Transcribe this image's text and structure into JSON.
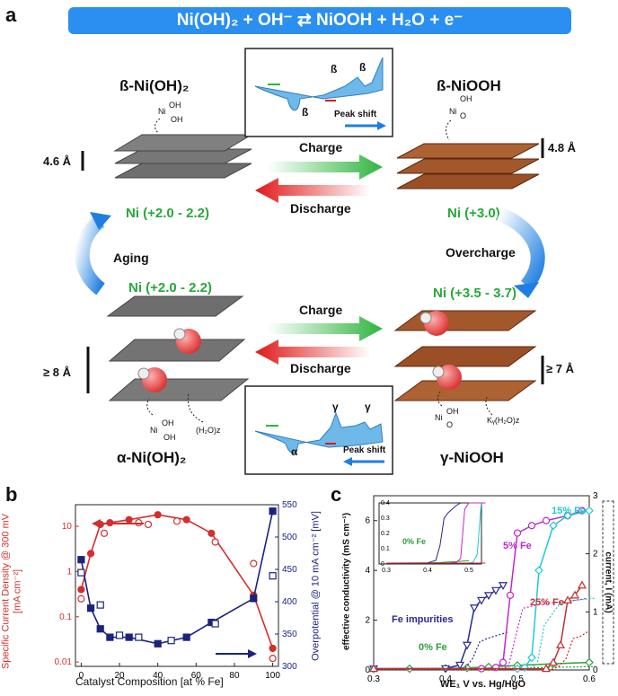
{
  "panel_a": {
    "letter": "a",
    "equation": "Ni(OH)₂ + OH⁻  ⇄  NiOOH + H₂O + e⁻",
    "beta_ni_oh2": {
      "title": "ß-Ni(OH)₂",
      "spacing": "4.6 Å",
      "oxidation": "Ni (+2.0 - 2.2)",
      "ligand_a": "OH",
      "ligand_b": "OH",
      "center": "Ni"
    },
    "beta_niooh": {
      "title": "ß-NiOOH",
      "spacing": "4.8 Å",
      "oxidation": "Ni (+3.0)",
      "ligand_a": "OH",
      "ligand_b": "O",
      "center": "Ni"
    },
    "alpha_ni_oh2": {
      "title": "α-Ni(OH)₂",
      "spacing": "≥ 8 Å",
      "oxidation": "Ni (+2.0 - 2.2)",
      "ligand_a": "OH",
      "ligand_b": "OH",
      "center": "Ni",
      "water": "(H₂O)z"
    },
    "gamma_niooh": {
      "title": "γ-NiOOH",
      "spacing": "≥ 7 Å",
      "oxidation": "Ni (+3.5 - 3.7)",
      "ligand_a": "OH",
      "ligand_b": "O",
      "center": "Ni",
      "water": "Kᵧ(H₂O)z"
    },
    "top_arrows": {
      "charge": "Charge",
      "discharge": "Discharge"
    },
    "bottom_arrows": {
      "charge": "Charge",
      "discharge": "Discharge"
    },
    "overcharge": "Overcharge",
    "aging": "Aging",
    "inset_top": {
      "peak1": "ß",
      "peak2": "ß",
      "peak_low": "ß",
      "shift": "Peak shift"
    },
    "inset_bottom": {
      "peak1": "γ",
      "peak2": "γ",
      "peak_low": "α",
      "shift": "Peak shift"
    },
    "colors": {
      "banner": "#2a8ff0",
      "green": "#27a83a",
      "red": "#e02020",
      "gray_sheet": "#6e6e6e",
      "brown_sheet": "#a0522d"
    }
  },
  "panel_b": {
    "letter": "b",
    "ylabel_left": "Specific Current Density @ 300 mV  [mA cm⁻²]",
    "ylabel_right": "Overpotential @ 10 mA cm⁻²  [mV]",
    "xlabel": "Catalyst Composition  [at % Fe]",
    "x_ticks": [
      "0",
      "20",
      "40",
      "60",
      "80",
      "100"
    ],
    "y_left_ticks": [
      "0.01",
      "0.1",
      "1",
      "10"
    ],
    "y_right_ticks": [
      "300",
      "350",
      "400",
      "450",
      "500",
      "550"
    ]
  },
  "panel_b_chart": {
    "type": "scatter",
    "x_range": [
      -3,
      103
    ],
    "y_left_log_range": [
      0.008,
      30
    ],
    "y_right_range": [
      300,
      550
    ],
    "series": [
      {
        "axis": "left",
        "style": "filled",
        "color": "#d32f2f",
        "x": [
          0,
          5,
          10,
          15,
          25,
          40,
          55,
          68,
          90,
          100
        ],
        "y": [
          0.4,
          2.5,
          11,
          12,
          14,
          18,
          14,
          7,
          0.3,
          0.02
        ]
      },
      {
        "axis": "left",
        "style": "open",
        "color": "#d32f2f",
        "x": [
          0,
          12,
          30,
          35,
          50,
          70,
          90,
          100
        ],
        "y": [
          0.25,
          7,
          12,
          11,
          13,
          4.5,
          1.5,
          0.012
        ]
      },
      {
        "axis": "right",
        "style": "filled",
        "color": "#1a237e",
        "x": [
          0,
          5,
          10,
          15,
          25,
          40,
          55,
          68,
          90,
          100
        ],
        "y": [
          465,
          390,
          358,
          345,
          345,
          335,
          345,
          368,
          405,
          540
        ]
      },
      {
        "axis": "right",
        "style": "open",
        "color": "#1a237e",
        "x": [
          0,
          10,
          20,
          30,
          47,
          70,
          100
        ],
        "y": [
          445,
          395,
          348,
          345,
          340,
          366,
          440
        ]
      }
    ]
  },
  "panel_c": {
    "letter": "c",
    "ylabel_left": "effective conductivity (mS cm⁻¹)",
    "ylabel_right": "current, I (mA)",
    "xlabel": "WE₁ V vs. Hg/HgO",
    "x_ticks": [
      "0.3",
      "0.4",
      "0.5",
      "0.6"
    ],
    "y_left_ticks": [
      "0",
      "2",
      "4",
      "6"
    ],
    "y_right_ticks": [
      "0",
      "1",
      "2",
      "3"
    ],
    "inset_x_ticks": [
      "0.3",
      "0.4",
      "0.5"
    ],
    "inset_y_ticks": [
      "0",
      "0.1",
      "0.2",
      "0.3",
      "0.4"
    ],
    "labels": {
      "fe15": "15% Fe",
      "fe5": "5% Fe",
      "fe25": "25% Fe",
      "fe_imp": "Fe impurities",
      "fe0": "0% Fe",
      "inset_fe0": "0% Fe"
    }
  },
  "panel_c_chart": {
    "type": "line",
    "x_range": [
      0.3,
      0.6
    ],
    "y_range": [
      0,
      7
    ],
    "series": [
      {
        "name": "0% Fe",
        "color": "#2e9e3a",
        "marker": "diamond",
        "x": [
          0.3,
          0.35,
          0.4,
          0.43,
          0.46,
          0.5,
          0.55,
          0.6
        ],
        "y": [
          0.05,
          0.05,
          0.06,
          0.08,
          0.12,
          0.18,
          0.25,
          0.3
        ]
      },
      {
        "name": "Fe impurities",
        "color": "#2a2a8c",
        "marker": "tri-down",
        "x": [
          0.3,
          0.4,
          0.42,
          0.43,
          0.44,
          0.45,
          0.46,
          0.47,
          0.48
        ],
        "y": [
          0.05,
          0.06,
          0.2,
          1.0,
          2.5,
          2.8,
          3.0,
          3.2,
          3.4
        ]
      },
      {
        "name": "5% Fe",
        "color": "#c228c8",
        "marker": "circle",
        "x": [
          0.3,
          0.45,
          0.47,
          0.48,
          0.49,
          0.5,
          0.52,
          0.54,
          0.57,
          0.59
        ],
        "y": [
          0.05,
          0.05,
          0.1,
          0.3,
          3.0,
          5.5,
          5.8,
          6.0,
          6.2,
          6.4
        ]
      },
      {
        "name": "15% Fe",
        "color": "#1ec8d8",
        "marker": "diamond",
        "x": [
          0.3,
          0.5,
          0.51,
          0.52,
          0.53,
          0.55,
          0.57,
          0.6
        ],
        "y": [
          0.05,
          0.05,
          0.1,
          0.5,
          4.0,
          5.8,
          6.2,
          6.4
        ]
      },
      {
        "name": "25% Fe",
        "color": "#c23030",
        "marker": "tri-up",
        "x": [
          0.3,
          0.54,
          0.55,
          0.56,
          0.57,
          0.58,
          0.59
        ],
        "y": [
          0.05,
          0.05,
          0.3,
          1.0,
          2.8,
          3.0,
          3.4
        ]
      }
    ]
  }
}
